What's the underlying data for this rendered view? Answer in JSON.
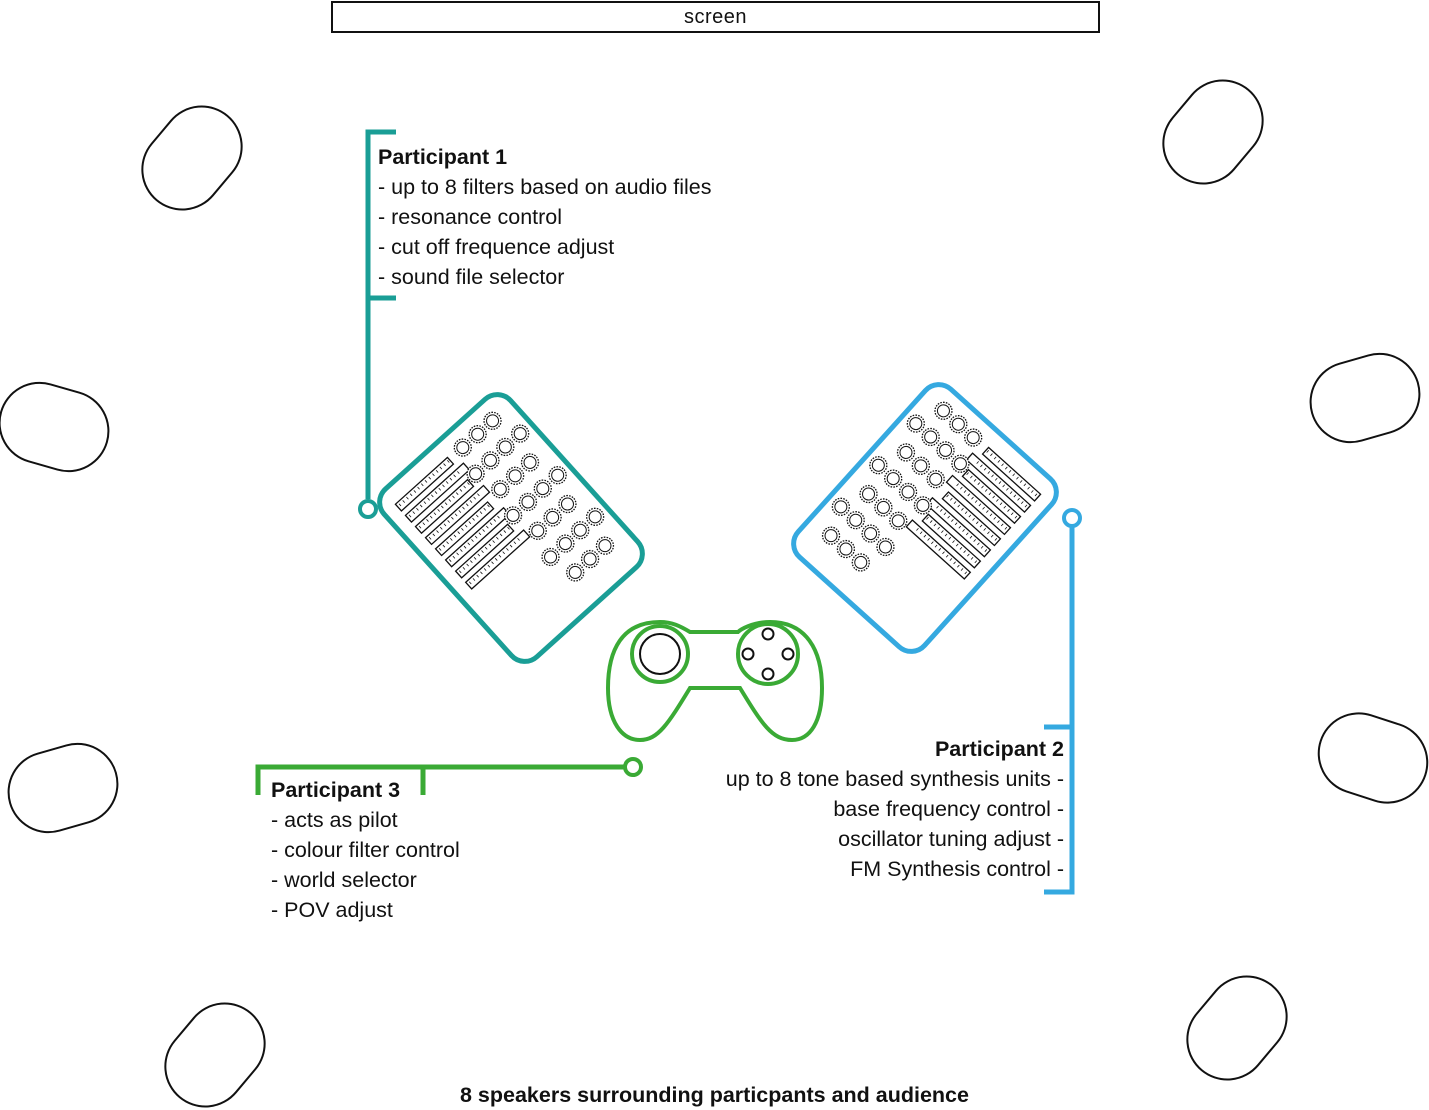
{
  "screen": {
    "label": "screen"
  },
  "participant1": {
    "title": "Participant 1",
    "items": [
      "- up to 8 filters based on audio files",
      "- resonance control",
      "- cut off frequence adjust",
      "- sound file selector"
    ],
    "color": "#1a9e96"
  },
  "participant2": {
    "title": "Participant 2",
    "items": [
      "up to 8 tone based synthesis units -",
      "base frequency control -",
      "oscillator tuning adjust -",
      "FM Synthesis control -"
    ],
    "color": "#35a9e0"
  },
  "participant3": {
    "title": "Participant 3",
    "items": [
      "- acts as pilot",
      "- colour filter control",
      "- world selector",
      "- POV adjust"
    ],
    "color": "#3aaa35"
  },
  "footer": {
    "caption": "8 speakers surrounding particpants and audience"
  },
  "icons": {
    "speaker": "speaker-icon",
    "controller1": "midi-controller-icon",
    "controller2": "midi-controller-icon",
    "gamepad": "gamepad-icon"
  }
}
